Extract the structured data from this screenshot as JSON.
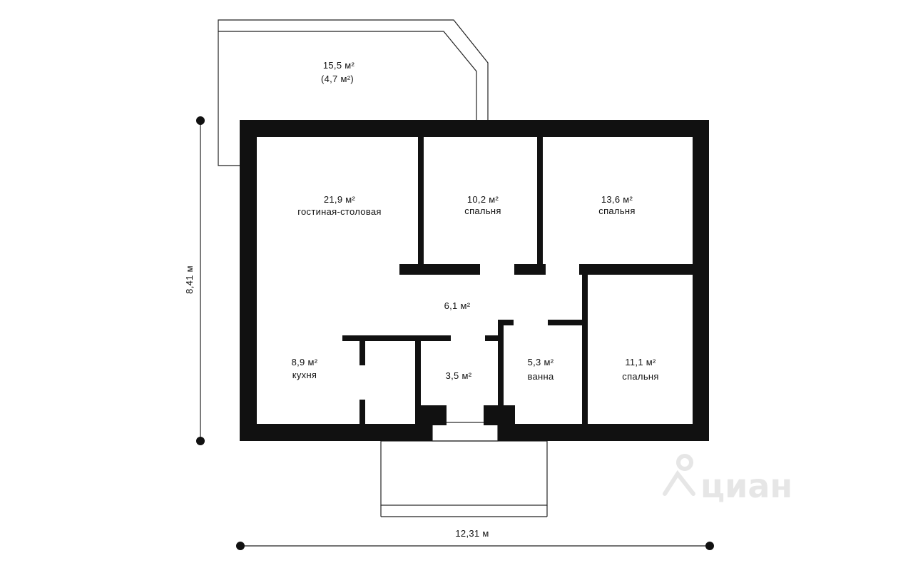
{
  "plan": {
    "dimensions": {
      "height": "8,41 м",
      "width": "12,31 м"
    },
    "terrace": {
      "area": "15,5 м²",
      "area_reduced": "(4,7 м²)"
    },
    "rooms": [
      {
        "id": "living",
        "area": "21,9 м²",
        "name": "гостиная-столовая"
      },
      {
        "id": "bedroom1",
        "area": "10,2 м²",
        "name": "спальня"
      },
      {
        "id": "bedroom2",
        "area": "13,6 м²",
        "name": "спальня"
      },
      {
        "id": "hall",
        "area": "6,1 м²",
        "name": ""
      },
      {
        "id": "kitchen",
        "area": "8,9 м²",
        "name": "кухня"
      },
      {
        "id": "storage",
        "area": "3,5 м²",
        "name": ""
      },
      {
        "id": "bathroom",
        "area": "5,3 м²",
        "name": "ванна"
      },
      {
        "id": "bedroom3",
        "area": "11,1 м²",
        "name": "спальня"
      }
    ],
    "watermark": "циан",
    "colors": {
      "wall": "#111111",
      "outline": "#222222",
      "watermark": "#e6e6e6"
    }
  }
}
